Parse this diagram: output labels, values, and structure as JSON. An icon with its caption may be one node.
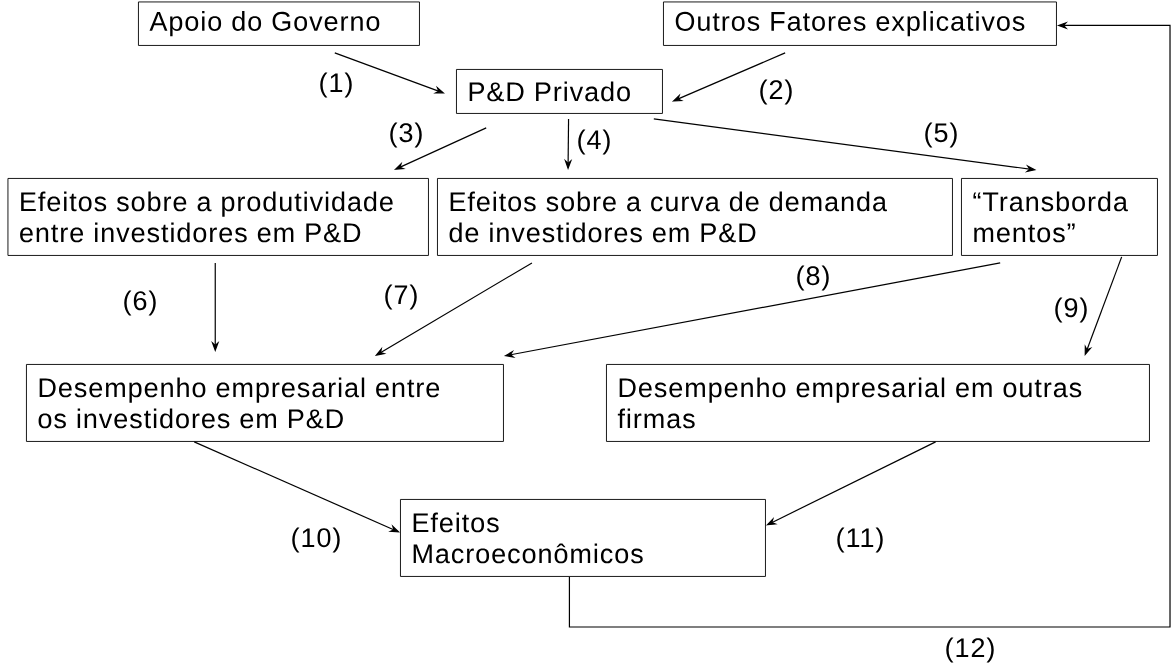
{
  "diagram": {
    "nodes": [
      {
        "text": [
          "Apoio do Governo"
        ]
      },
      {
        "text": [
          "Outros Fatores explicativos"
        ]
      },
      {
        "text": [
          "P&D Privado"
        ]
      },
      {
        "text": [
          "Efeitos sobre a produtividade entre investidores em P&D"
        ]
      },
      {
        "text": [
          "Efeitos sobre a curva de demanda de investidores em P&D"
        ]
      },
      {
        "text": [
          "“Transborda mentos”"
        ]
      },
      {
        "text": [
          "Desempenho empresarial entre os investidores em P&D"
        ]
      },
      {
        "text": [
          "Desempenho empresarial em outras firmas"
        ]
      },
      {
        "text": [
          "Efeitos Macroeconômicos"
        ]
      }
    ],
    "edges": [
      {
        "from": 0,
        "to": 2,
        "arrow": "to",
        "label": "(1)"
      },
      {
        "from": 1,
        "to": 2,
        "arrow": "to",
        "label": "(2)"
      },
      {
        "from": 2,
        "to": 3,
        "arrow": "to",
        "label": "(3)"
      },
      {
        "from": 2,
        "to": 4,
        "arrow": "to",
        "label": "(4)"
      },
      {
        "from": 2,
        "to": 5,
        "arrow": "to",
        "label": "(5)"
      },
      {
        "from": 3,
        "to": 6,
        "arrow": "to",
        "label": "(6)"
      },
      {
        "from": 4,
        "to": 6,
        "arrow": "to",
        "label": "(7)"
      },
      {
        "from": 5,
        "to": 6,
        "arrow": "to",
        "label": "(8)"
      },
      {
        "from": 5,
        "to": 7,
        "arrow": "to",
        "label": "(9)"
      },
      {
        "from": 6,
        "to": 8,
        "arrow": "to",
        "label": "(10)"
      },
      {
        "from": 7,
        "to": 8,
        "arrow": "to",
        "label": "(11)"
      },
      {
        "from": 8,
        "to": 1,
        "arrow": "to",
        "label": "(12)"
      }
    ]
  }
}
